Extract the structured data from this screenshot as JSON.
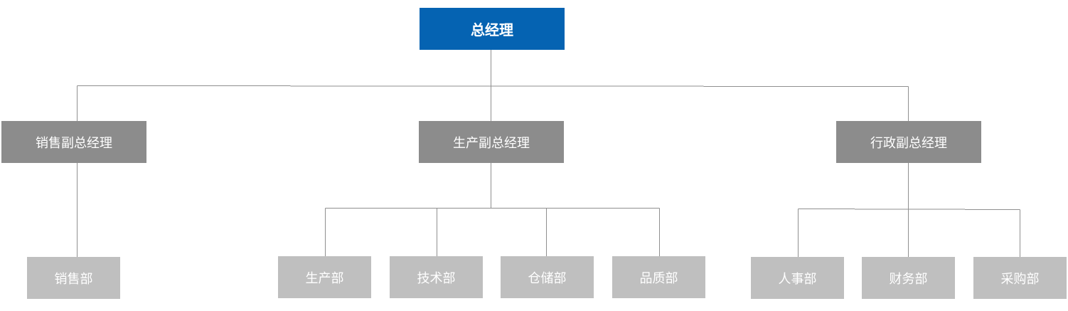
{
  "org_chart": {
    "root": {
      "label": "总经理"
    },
    "vice_presidents": [
      {
        "label": "销售副总经理",
        "departments": [
          "销售部"
        ]
      },
      {
        "label": "生产副总经理",
        "departments": [
          "生产部",
          "技术部",
          "仓储部",
          "品质部"
        ]
      },
      {
        "label": "行政副总经理",
        "departments": [
          "人事部",
          "财务部",
          "采购部"
        ]
      }
    ]
  },
  "colors": {
    "root_fill": "#0563b2",
    "vp_fill": "#8c8c8c",
    "dept_fill": "#bfbfbf",
    "connector": "#8f8f8f",
    "text": "#ffffff"
  }
}
